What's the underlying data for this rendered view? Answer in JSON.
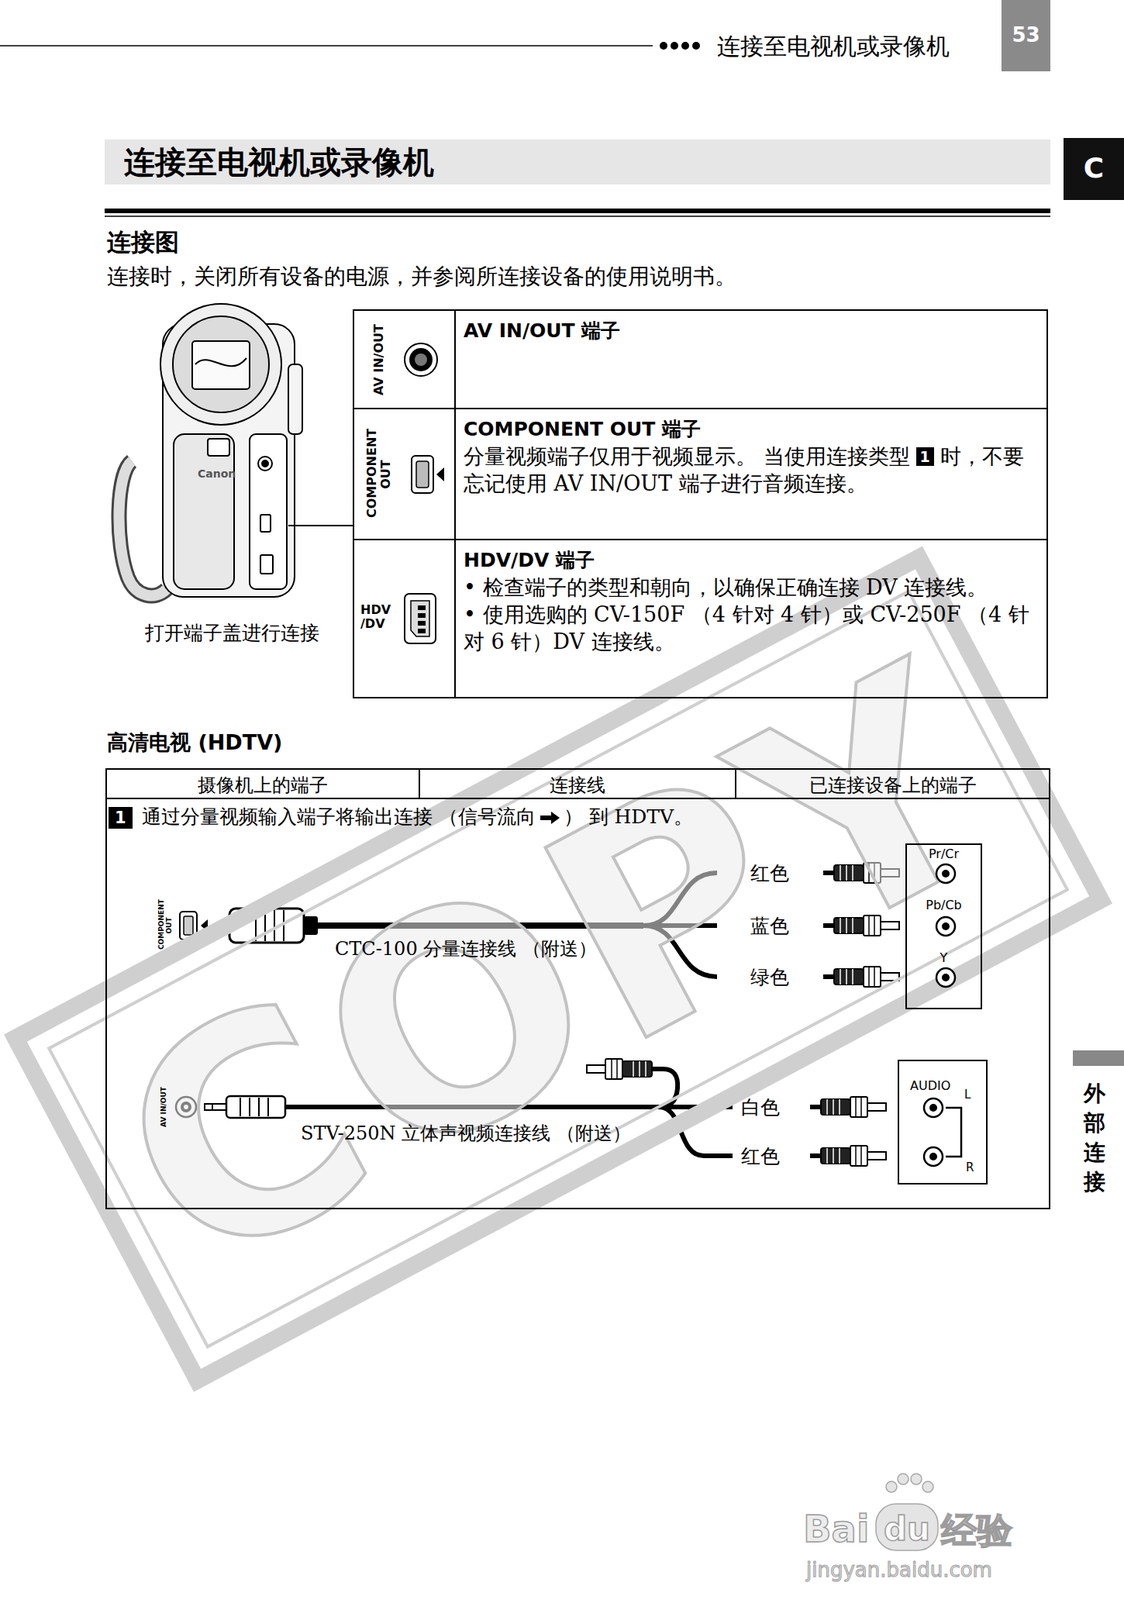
{
  "diagram": {
    "title": "连接至电视机或录像机",
    "nodes": [
      {
        "text": [
          "53"
        ]
      },
      {
        "text": [
          "C"
        ]
      },
      {
        "text": [
          "AV IN/OUT",
          "AV IN/OUT 端子"
        ]
      },
      {
        "text": [
          "COMPONENT OUT",
          "COMPONENT OUT 端子",
          "分量视频端子仅用于视频显示。 当使用连接类型",
          "1",
          "时，不要忘记使用 AV IN/OUT 端子进行音频连接。"
        ]
      },
      {
        "text": [
          "HDV /DV",
          "HDV/DV 端子",
          "• 检查端子的类型和朝向，以确保正确连接 DV 连接线。",
          "• 使用选购的 CV-150F （4 针对 4 针）或 CV-250F （4 针对 6 针）DV 连接线。"
        ]
      },
      {
        "text": [
          "摄像机上的端子"
        ]
      },
      {
        "text": [
          "连接线"
        ]
      },
      {
        "text": [
          "已连接设备上的端子"
        ]
      },
      {
        "text": [
          "1",
          "通过分量视频输入端子将输出连接 （信号流向",
          "） 到 HDTV。"
        ]
      },
      {
        "text": [
          "Pr/Cr",
          "Pb/Cb",
          "Y"
        ],
        "in": 8
      },
      {
        "text": [
          "AUDIO",
          "L",
          "R"
        ],
        "in": 8
      },
      {
        "text": [
          "外部连接"
        ]
      }
    ],
    "labels": [
      "连接至电视机或录像机",
      "连接图",
      "连接时，关闭所有设备的电源，并参阅所连接设备的使用说明书。",
      "打开端子盖进行连接",
      "Canon",
      "高清电视 (HDTV)",
      "COMPONENT OUT",
      "CTC-100 分量连接线 （附送）",
      "红色",
      "蓝色",
      "绿色",
      "AV IN/OUT",
      "STV-250N 立体声视频连接线 （附送）",
      "白色",
      "红色",
      "COPY",
      "Bai",
      "du",
      "经验",
      "jingyan.baidu.com"
    ]
  }
}
